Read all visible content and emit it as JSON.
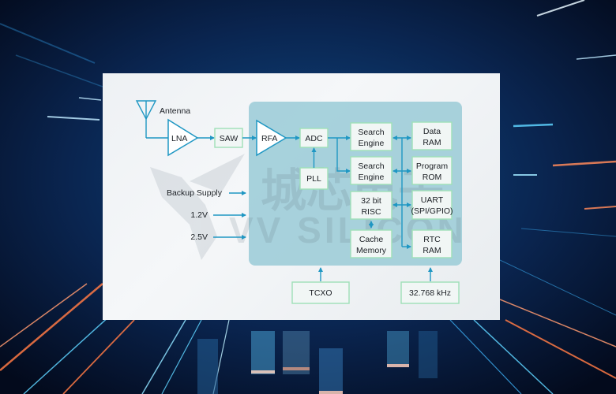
{
  "colors": {
    "background_dark": "#061633",
    "panel": "#eef1f4",
    "soc_block": "#9fcdd8",
    "wire": "#1f97c3",
    "box_border": "#9fe0b7",
    "box_fill": "#f1f6f5",
    "text": "#1b1f24"
  },
  "watermark": {
    "chinese": "城芯电子",
    "english": "VV SILICON"
  },
  "rf_chain": {
    "antenna": "Antenna",
    "lna": "LNA",
    "saw": "SAW",
    "rfa": "RFA"
  },
  "supplies": [
    "Backup Supply",
    "1.2V",
    "2.5V"
  ],
  "soc": {
    "adc": "ADC",
    "pll": "PLL",
    "search_engine_1": [
      "Search",
      "Engine"
    ],
    "search_engine_2": [
      "Search",
      "Engine"
    ],
    "risc": [
      "32 bit",
      "RISC"
    ],
    "cache": [
      "Cache",
      "Memory"
    ],
    "data_ram": [
      "Data",
      "RAM"
    ],
    "program_rom": [
      "Program",
      "ROM"
    ],
    "uart": [
      "UART",
      "(SPI/GPIO)"
    ],
    "rtc_ram": [
      "RTC",
      "RAM"
    ]
  },
  "clocks": {
    "tcxo": "TCXO",
    "rtc_crystal": "32.768 kHz"
  }
}
